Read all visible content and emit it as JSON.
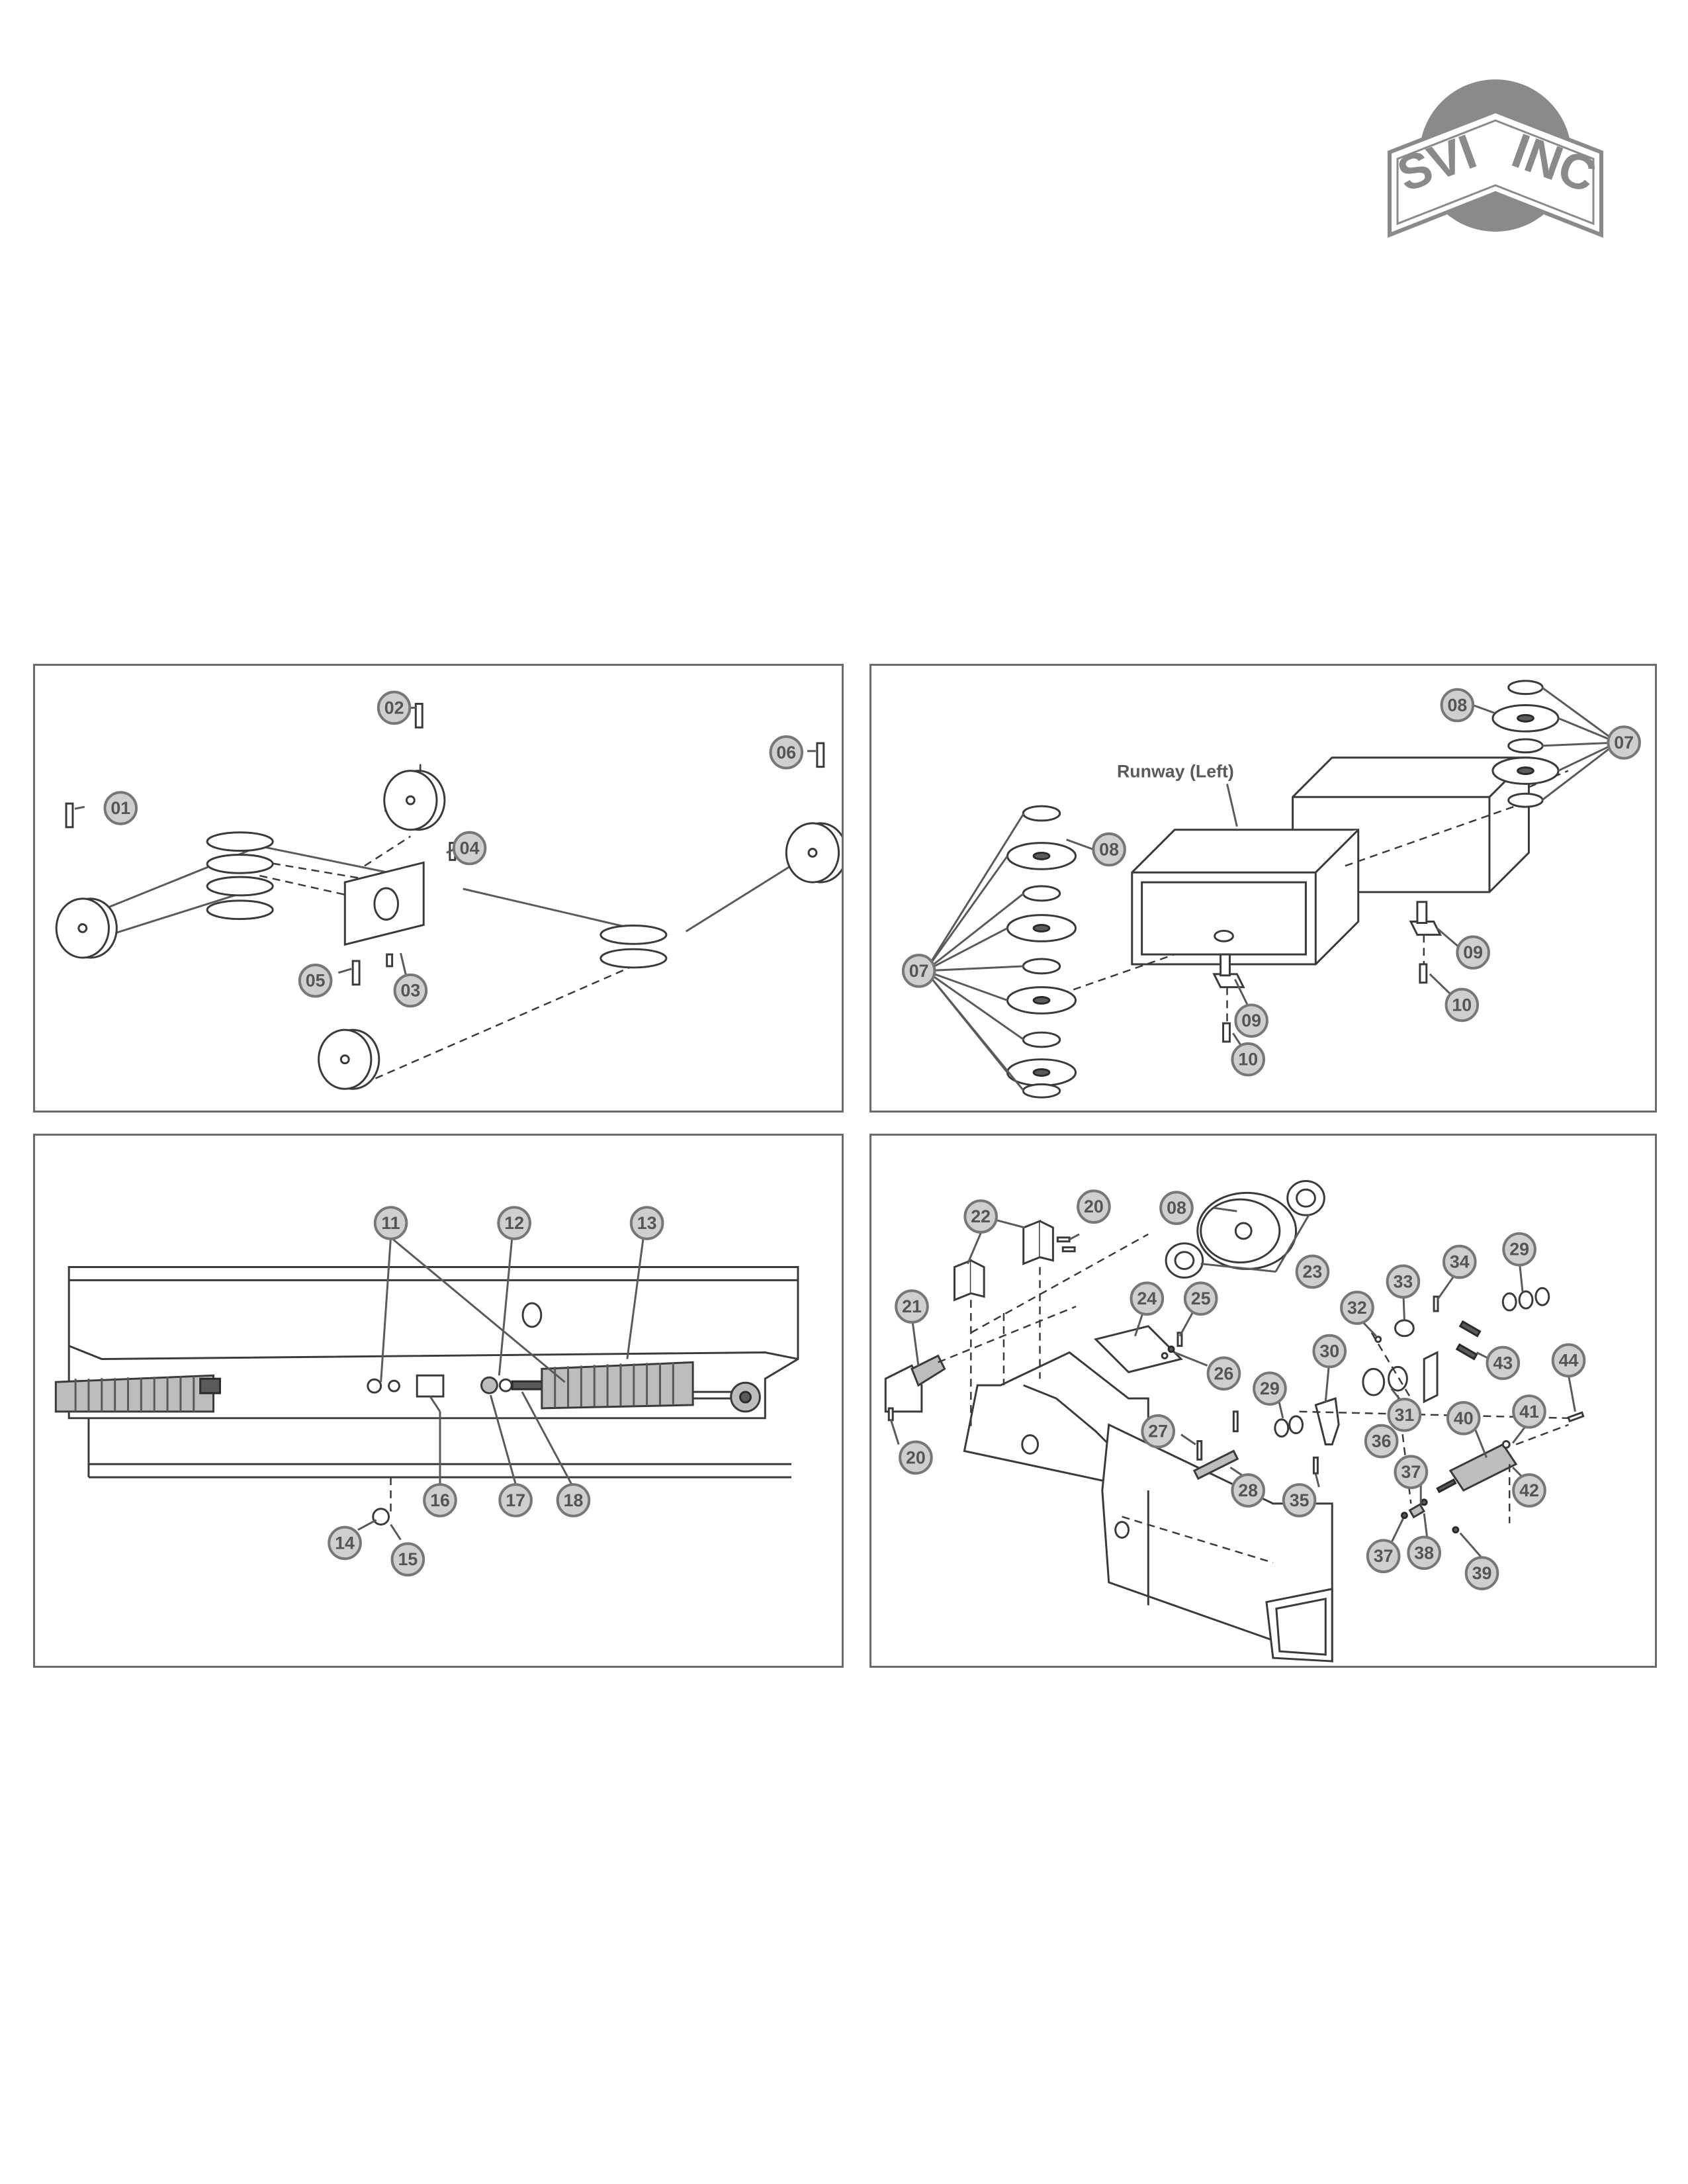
{
  "logo": {
    "left_text": "SVI",
    "right_text": "INC"
  },
  "panels": {
    "a": {
      "callouts": [
        "01",
        "02",
        "03",
        "04",
        "05",
        "06"
      ]
    },
    "b": {
      "runway_label": "Runway (Left)",
      "callouts": [
        "07",
        "07",
        "08",
        "08",
        "09",
        "09",
        "10",
        "10"
      ]
    },
    "c": {
      "callouts": [
        "11",
        "12",
        "13",
        "14",
        "15",
        "16",
        "17",
        "18"
      ]
    },
    "d": {
      "callouts": [
        "20",
        "20",
        "21",
        "22",
        "23",
        "08",
        "24",
        "25",
        "26",
        "27",
        "28",
        "29",
        "29",
        "30",
        "31",
        "32",
        "33",
        "34",
        "35",
        "36",
        "37",
        "37",
        "38",
        "39",
        "40",
        "41",
        "42",
        "43",
        "44"
      ]
    }
  },
  "colors": {
    "logo_gray": "#8a8a8a",
    "callout_fill": "#cfcfcf",
    "callout_text": "#555555",
    "frame": "#6b6b6b"
  }
}
